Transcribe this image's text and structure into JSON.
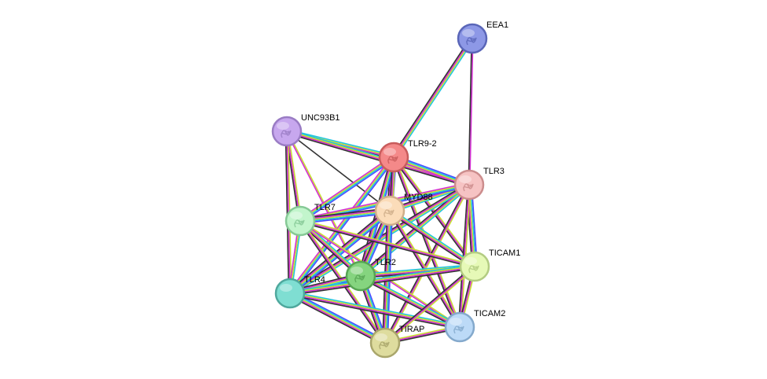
{
  "network": {
    "nodes": [
      {
        "id": "EEA1",
        "label": "EEA1",
        "color": "#8d98e6",
        "stroke": "#5a66b8",
        "icon": "protein-structure-icon"
      },
      {
        "id": "UNC93B1",
        "label": "UNC93B1",
        "color": "#c7a7ee",
        "stroke": "#9a7cc4",
        "icon": "protein-structure-icon"
      },
      {
        "id": "TLR9-2",
        "label": "TLR9-2",
        "color": "#f48989",
        "stroke": "#c85c5c",
        "icon": "protein-structure-icon"
      },
      {
        "id": "TLR3",
        "label": "TLR3",
        "color": "#f6c3c3",
        "stroke": "#cc8d8d",
        "icon": "protein-structure-icon"
      },
      {
        "id": "MYD88",
        "label": "MYD88",
        "color": "#fbdcb9",
        "stroke": "#cfae8a",
        "icon": "protein-structure-icon"
      },
      {
        "id": "TLR7",
        "label": "TLR7",
        "color": "#c2f5cc",
        "stroke": "#86c996",
        "icon": "protein-structure-icon"
      },
      {
        "id": "TICAM1",
        "label": "TICAM1",
        "color": "#e6f9b7",
        "stroke": "#b3cc82",
        "icon": "protein-structure-icon"
      },
      {
        "id": "TLR2",
        "label": "TLR2",
        "color": "#85d47f",
        "stroke": "#57a553",
        "icon": "protein-structure-icon"
      },
      {
        "id": "TLR4",
        "label": "TLR4",
        "color": "#7fded2",
        "stroke": "#4fa89d",
        "icon": "none"
      },
      {
        "id": "TICAM2",
        "label": "TICAM2",
        "color": "#bcdaf7",
        "stroke": "#84a9cc",
        "icon": "protein-structure-icon"
      },
      {
        "id": "TIRAP",
        "label": "TIRAP",
        "color": "#dedc9e",
        "stroke": "#a9a66b",
        "icon": "protein-structure-icon"
      }
    ],
    "edges": [
      {
        "source": "EEA1",
        "target": "TLR9-2",
        "evidence": [
          "#22c4e0",
          "#c8e032",
          "#d42fd4",
          "#333333"
        ]
      },
      {
        "source": "EEA1",
        "target": "TLR3",
        "evidence": [
          "#d42fd4",
          "#333333"
        ]
      },
      {
        "source": "UNC93B1",
        "target": "TLR9-2",
        "evidence": [
          "#22c4e0",
          "#c8e032",
          "#d42fd4",
          "#333333"
        ]
      },
      {
        "source": "UNC93B1",
        "target": "TLR3",
        "evidence": [
          "#22c4e0",
          "#c8e032",
          "#d42fd4",
          "#333333"
        ]
      },
      {
        "source": "UNC93B1",
        "target": "TLR7",
        "evidence": [
          "#c8e032",
          "#d42fd4",
          "#333333"
        ]
      },
      {
        "source": "UNC93B1",
        "target": "TLR4",
        "evidence": [
          "#c8e032",
          "#d42fd4",
          "#333333"
        ]
      },
      {
        "source": "UNC93B1",
        "target": "MYD88",
        "evidence": [
          "#333333"
        ]
      },
      {
        "source": "UNC93B1",
        "target": "TLR2",
        "evidence": [
          "#c8e032",
          "#d42fd4"
        ]
      },
      {
        "source": "TLR9-2",
        "target": "TLR3",
        "evidence": [
          "#4a4aff",
          "#22c4e0",
          "#c8e032",
          "#d42fd4"
        ]
      },
      {
        "source": "TLR9-2",
        "target": "MYD88",
        "evidence": [
          "#4a4aff",
          "#22c4e0",
          "#c8e032",
          "#d42fd4",
          "#333333"
        ]
      },
      {
        "source": "TLR9-2",
        "target": "TLR7",
        "evidence": [
          "#4a4aff",
          "#22c4e0",
          "#c8e032",
          "#d42fd4"
        ]
      },
      {
        "source": "TLR9-2",
        "target": "TLR2",
        "evidence": [
          "#4a4aff",
          "#22c4e0",
          "#c8e032",
          "#d42fd4",
          "#333333"
        ]
      },
      {
        "source": "TLR9-2",
        "target": "TLR4",
        "evidence": [
          "#4a4aff",
          "#22c4e0",
          "#c8e032",
          "#d42fd4"
        ]
      },
      {
        "source": "TLR9-2",
        "target": "TICAM1",
        "evidence": [
          "#c8e032",
          "#d42fd4",
          "#333333"
        ]
      },
      {
        "source": "TLR9-2",
        "target": "TIRAP",
        "evidence": [
          "#c8e032",
          "#d42fd4",
          "#333333"
        ]
      },
      {
        "source": "TLR9-2",
        "target": "TICAM2",
        "evidence": [
          "#c8e032",
          "#d42fd4",
          "#333333"
        ]
      },
      {
        "source": "TLR3",
        "target": "MYD88",
        "evidence": [
          "#22c4e0",
          "#c8e032",
          "#d42fd4",
          "#333333"
        ]
      },
      {
        "source": "TLR3",
        "target": "TLR7",
        "evidence": [
          "#4a4aff",
          "#22c4e0",
          "#c8e032",
          "#d42fd4"
        ]
      },
      {
        "source": "TLR3",
        "target": "TICAM1",
        "evidence": [
          "#4a4aff",
          "#22c4e0",
          "#c8e032",
          "#d42fd4",
          "#333333"
        ]
      },
      {
        "source": "TLR3",
        "target": "TLR2",
        "evidence": [
          "#22c4e0",
          "#c8e032",
          "#d42fd4",
          "#333333"
        ]
      },
      {
        "source": "TLR3",
        "target": "TLR4",
        "evidence": [
          "#22c4e0",
          "#c8e032",
          "#d42fd4",
          "#333333"
        ]
      },
      {
        "source": "TLR3",
        "target": "TIRAP",
        "evidence": [
          "#c8e032",
          "#d42fd4",
          "#333333"
        ]
      },
      {
        "source": "TLR3",
        "target": "TICAM2",
        "evidence": [
          "#c8e032",
          "#d42fd4",
          "#333333"
        ]
      },
      {
        "source": "MYD88",
        "target": "TLR7",
        "evidence": [
          "#4a4aff",
          "#22c4e0",
          "#c8e032",
          "#d42fd4",
          "#333333"
        ]
      },
      {
        "source": "MYD88",
        "target": "TLR2",
        "evidence": [
          "#4a4aff",
          "#22c4e0",
          "#c8e032",
          "#d42fd4",
          "#333333"
        ]
      },
      {
        "source": "MYD88",
        "target": "TLR4",
        "evidence": [
          "#4a4aff",
          "#22c4e0",
          "#c8e032",
          "#d42fd4",
          "#333333"
        ]
      },
      {
        "source": "MYD88",
        "target": "TIRAP",
        "evidence": [
          "#4a4aff",
          "#22c4e0",
          "#c8e032",
          "#d42fd4",
          "#333333"
        ]
      },
      {
        "source": "MYD88",
        "target": "TICAM1",
        "evidence": [
          "#22c4e0",
          "#c8e032",
          "#d42fd4",
          "#333333"
        ]
      },
      {
        "source": "MYD88",
        "target": "TICAM2",
        "evidence": [
          "#c8e032",
          "#d42fd4",
          "#333333"
        ]
      },
      {
        "source": "TLR7",
        "target": "TLR2",
        "evidence": [
          "#22c4e0",
          "#c8e032",
          "#d42fd4",
          "#333333"
        ]
      },
      {
        "source": "TLR7",
        "target": "TLR4",
        "evidence": [
          "#22c4e0",
          "#c8e032",
          "#d42fd4"
        ]
      },
      {
        "source": "TLR7",
        "target": "TIRAP",
        "evidence": [
          "#c8e032",
          "#d42fd4",
          "#333333"
        ]
      },
      {
        "source": "TLR7",
        "target": "TICAM1",
        "evidence": [
          "#c8e032",
          "#d42fd4",
          "#333333"
        ]
      },
      {
        "source": "TLR7",
        "target": "TICAM2",
        "evidence": [
          "#c8e032",
          "#d42fd4"
        ]
      },
      {
        "source": "TLR2",
        "target": "TLR4",
        "evidence": [
          "#4a4aff",
          "#22c4e0",
          "#c8e032",
          "#d42fd4",
          "#333333"
        ]
      },
      {
        "source": "TLR2",
        "target": "TIRAP",
        "evidence": [
          "#4a4aff",
          "#22c4e0",
          "#c8e032",
          "#d42fd4",
          "#333333"
        ]
      },
      {
        "source": "TLR2",
        "target": "TICAM1",
        "evidence": [
          "#22c4e0",
          "#c8e032",
          "#d42fd4",
          "#333333"
        ]
      },
      {
        "source": "TLR2",
        "target": "TICAM2",
        "evidence": [
          "#22c4e0",
          "#c8e032",
          "#d42fd4",
          "#333333"
        ]
      },
      {
        "source": "TLR4",
        "target": "TIRAP",
        "evidence": [
          "#4a4aff",
          "#22c4e0",
          "#c8e032",
          "#d42fd4",
          "#333333"
        ]
      },
      {
        "source": "TLR4",
        "target": "TICAM1",
        "evidence": [
          "#22c4e0",
          "#c8e032",
          "#d42fd4",
          "#333333"
        ]
      },
      {
        "source": "TLR4",
        "target": "TICAM2",
        "evidence": [
          "#22c4e0",
          "#c8e032",
          "#d42fd4",
          "#333333"
        ]
      },
      {
        "source": "TICAM1",
        "target": "TIRAP",
        "evidence": [
          "#c8e032",
          "#d42fd4",
          "#333333"
        ]
      },
      {
        "source": "TICAM1",
        "target": "TICAM2",
        "evidence": [
          "#c8e032",
          "#d42fd4",
          "#333333"
        ]
      },
      {
        "source": "TIRAP",
        "target": "TICAM2",
        "evidence": [
          "#c8e032",
          "#d42fd4",
          "#333333"
        ]
      }
    ]
  }
}
